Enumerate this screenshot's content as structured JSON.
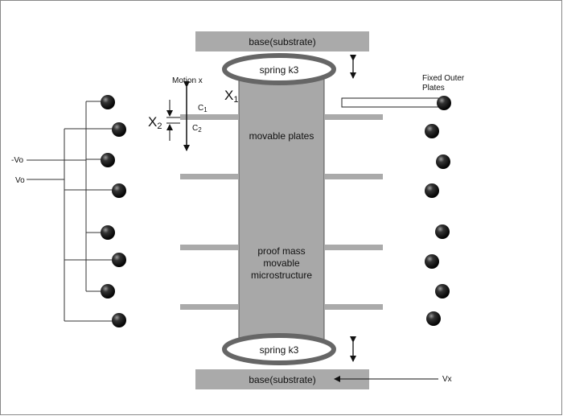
{
  "diagram": {
    "base_top_label": "base(substrate)",
    "base_bottom_label": "base(substrate)",
    "spring_top_label": "spring k3",
    "spring_bottom_label": "spring k3",
    "movable_plates_label": "movable plates",
    "proof_mass_lines": [
      "proof mass",
      "movable",
      "microstructure"
    ],
    "motion_label": "Motion x",
    "fixed_outer_plates_lines": [
      "Fixed Outer",
      "Plates"
    ],
    "x1_main": "X",
    "x1_sub": "1",
    "x2_main": "X",
    "x2_sub": "2",
    "c1_main": "C",
    "c1_sub": "1",
    "c2_main": "C",
    "c2_sub": "2",
    "neg_vo_label": "-Vo",
    "vo_label": "Vo",
    "vx_label": "Vx",
    "colors": {
      "plate_gray": "#aaaaaa",
      "mass_gray": "#a8a8a8",
      "spring_ring": "#666666",
      "electrode": "#1a1a1a",
      "line": "#333333",
      "frame_border": "#888888"
    }
  }
}
